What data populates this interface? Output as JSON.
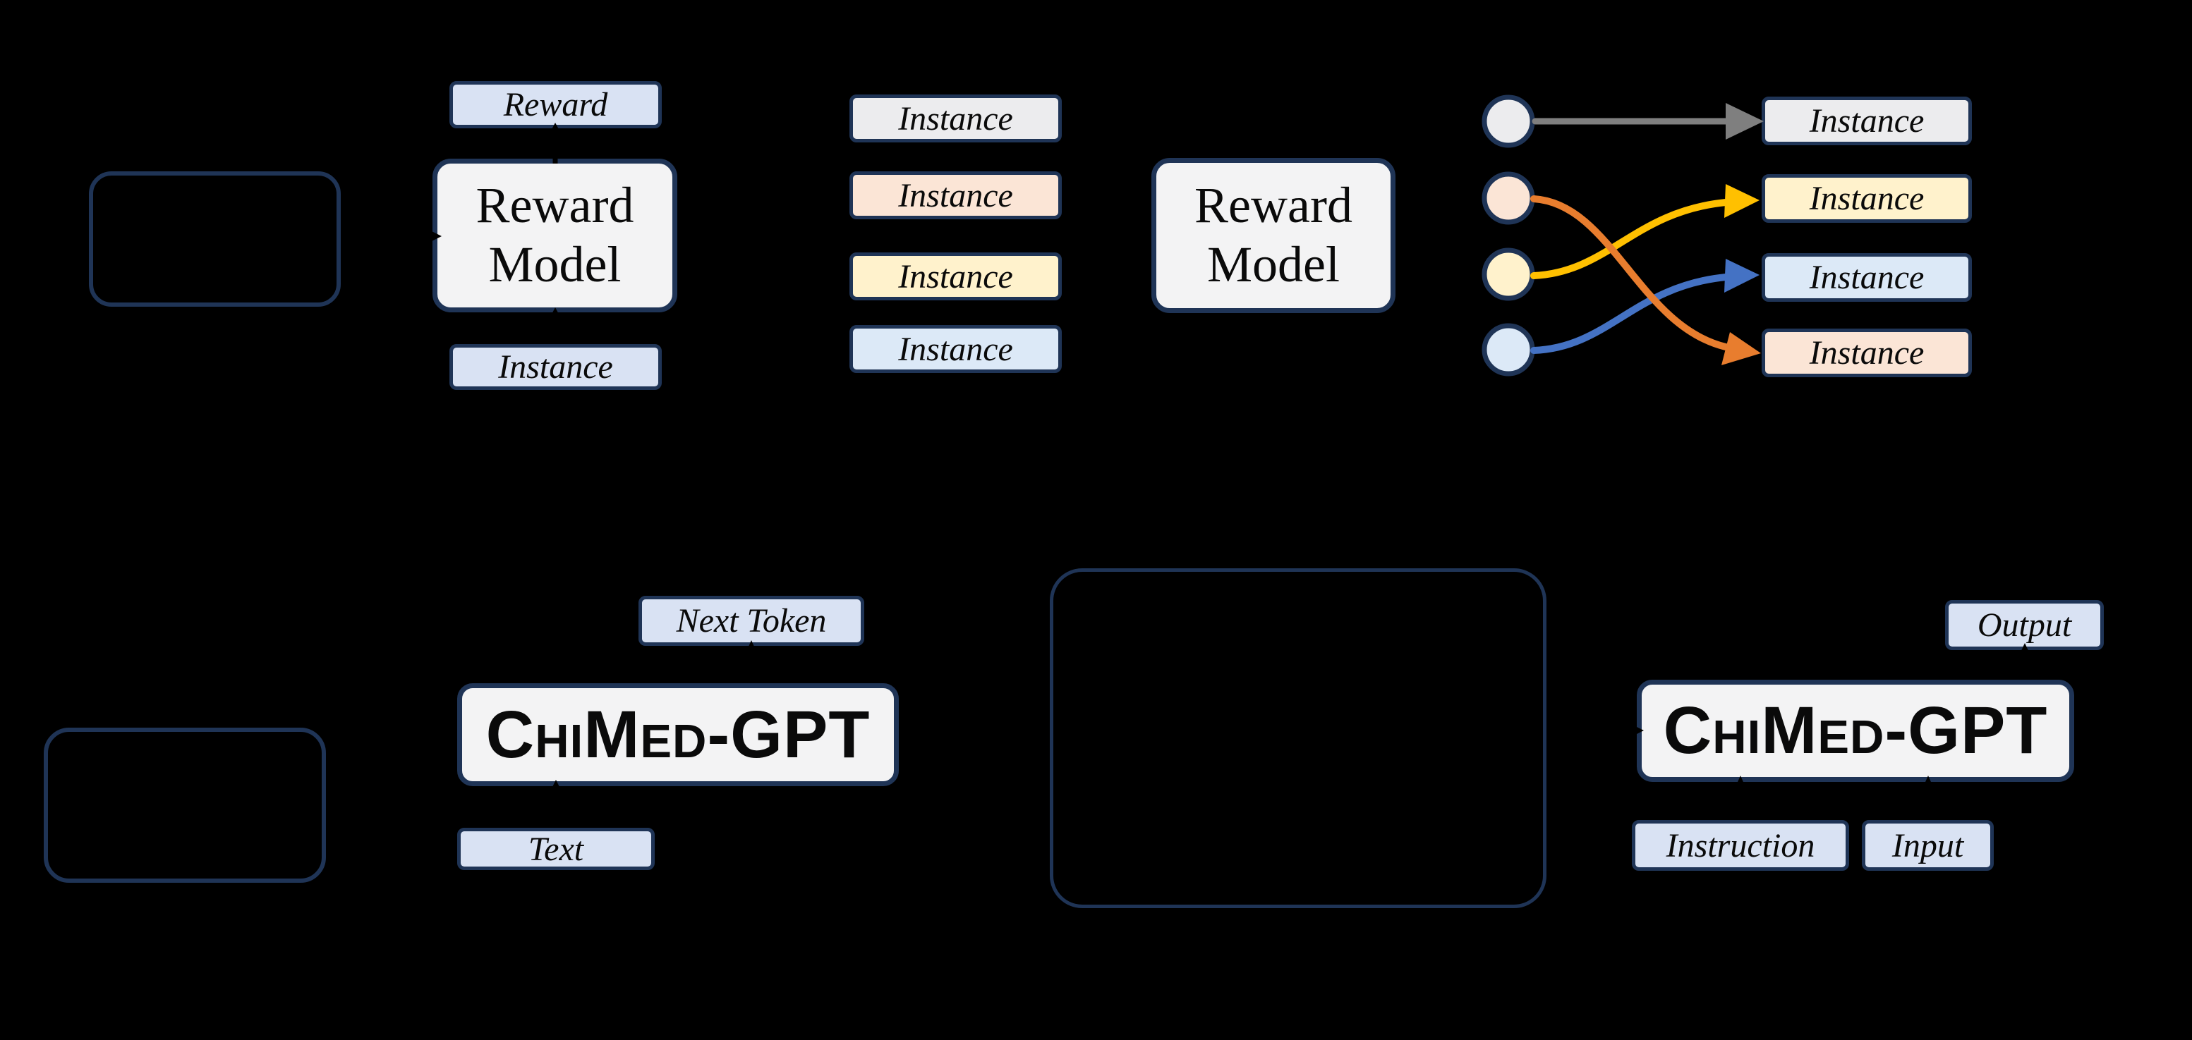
{
  "palette": {
    "background": "#000000",
    "border_navy": "#1f3456",
    "label_fill": "#d9e2f3",
    "model_fill": "#f3f3f4",
    "gray_fill": "#ececee",
    "peach_fill": "#fbe5d6",
    "yellow_fill": "#fff2cc",
    "blue_fill": "#dce9f7",
    "arrow_gray": "#7f7f7f",
    "arrow_yellow": "#ffc000",
    "arrow_blue": "#4472c4",
    "arrow_orange": "#e87d2e",
    "arrow_dark": "#000000",
    "text_color": "#0a0a0a"
  },
  "panel_reward_model_training": {
    "output_label": "Reward",
    "model": "Reward Model",
    "input_label": "Instance"
  },
  "panel_ranking": {
    "model": "Reward Model",
    "candidates": [
      {
        "label": "Instance",
        "fill": "#ececee"
      },
      {
        "label": "Instance",
        "fill": "#fbe5d6"
      },
      {
        "label": "Instance",
        "fill": "#fff2cc"
      },
      {
        "label": "Instance",
        "fill": "#dce9f7"
      }
    ],
    "scores": [
      {
        "fill": "#ececee"
      },
      {
        "fill": "#fbe5d6"
      },
      {
        "fill": "#fff2cc"
      },
      {
        "fill": "#dce9f7"
      }
    ],
    "ranked": [
      {
        "label": "Instance",
        "fill": "#ececee"
      },
      {
        "label": "Instance",
        "fill": "#fff2cc"
      },
      {
        "label": "Instance",
        "fill": "#dce9f7"
      },
      {
        "label": "Instance",
        "fill": "#fbe5d6"
      }
    ],
    "arrows": [
      {
        "name": "gray-straight",
        "color": "#7f7f7f"
      },
      {
        "name": "yellow-cross-up",
        "color": "#ffc000"
      },
      {
        "name": "blue-cross-up",
        "color": "#4472c4"
      },
      {
        "name": "orange-cross-down",
        "color": "#e87d2e"
      }
    ]
  },
  "panel_pretraining": {
    "output_label": "Next Token",
    "model": "ChiMed-GPT",
    "input_label": "Text"
  },
  "panel_sft": {
    "output_label": "Output",
    "model": "ChiMed-GPT",
    "instruction_label": "Instruction",
    "input_label": "Input"
  }
}
